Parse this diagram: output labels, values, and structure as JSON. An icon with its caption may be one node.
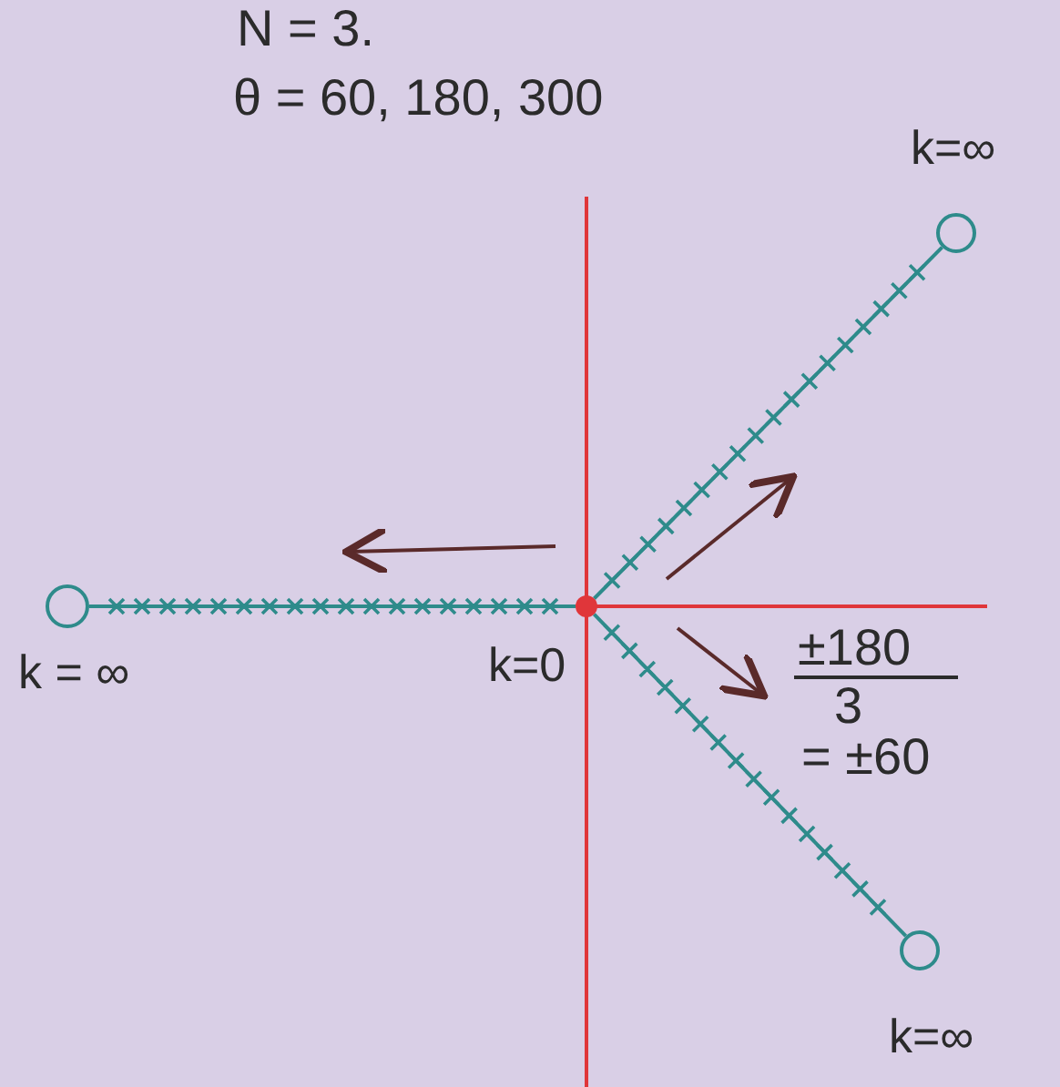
{
  "diagram": {
    "nodes": [
      {
        "text": [],
        "shape": "circle",
        "beside": [
          "k=0"
        ]
      },
      {
        "text": [],
        "shape": "circle",
        "beside": [
          "k=∞"
        ]
      },
      {
        "text": [],
        "shape": "circle",
        "beside": [
          "k = ∞"
        ]
      },
      {
        "text": [],
        "shape": "circle",
        "beside": [
          "k=∞"
        ]
      }
    ],
    "edges": [
      {
        "from": 0,
        "to": 1,
        "arrow": "none",
        "color": "#2e8b8b"
      },
      {
        "from": 0,
        "to": 2,
        "arrow": "none",
        "color": "#2e8b8b"
      },
      {
        "from": 0,
        "to": 3,
        "arrow": "none",
        "color": "#2e8b8b"
      }
    ],
    "labels": [
      "N = 3.",
      "θ = 60, 180, 300",
      "±180",
      "3",
      "= ±60"
    ]
  }
}
